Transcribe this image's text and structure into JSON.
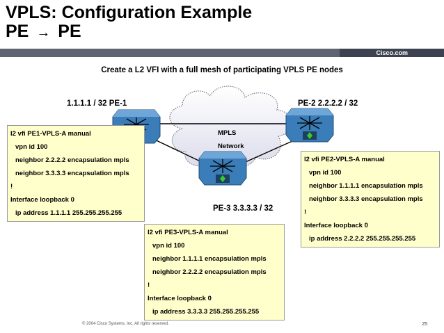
{
  "header": {
    "title_line1": "VPLS: Configuration Example",
    "title_line2_left": "PE",
    "title_arrow": "→",
    "title_line2_right": "PE",
    "brand": "Cisco.com"
  },
  "subtitle": "Create a L2 VFI with a full mesh of participating VPLS PE nodes",
  "cloud": {
    "label_line1": "MPLS",
    "label_line2": "Network"
  },
  "nodes": {
    "pe1": "1.1.1.1 / 32  PE-1",
    "pe2": "PE-2   2.2.2.2 / 32",
    "pe3": "PE-3  3.3.3.3 / 32"
  },
  "configs": {
    "pe1": [
      "l2 vfi PE1-VPLS-A manual",
      "vpn id 100",
      "neighbor 2.2.2.2 encapsulation mpls",
      "neighbor 3.3.3.3 encapsulation mpls",
      "!",
      "Interface loopback 0",
      "ip address 1.1.1.1 255.255.255.255"
    ],
    "pe2": [
      "l2 vfi PE2-VPLS-A manual",
      "vpn id 100",
      "neighbor 1.1.1.1 encapsulation mpls",
      "neighbor 3.3.3.3 encapsulation mpls",
      "!",
      "Interface loopback 0",
      "ip address 2.2.2.2 255.255.255.255"
    ],
    "pe3": [
      "l2 vfi PE3-VPLS-A manual",
      "vpn id 100",
      "neighbor 1.1.1.1 encapsulation mpls",
      "neighbor 2.2.2.2 encapsulation mpls",
      "!",
      "Interface loopback 0",
      "ip address 3.3.3.3 255.255.255.255"
    ]
  },
  "footer": {
    "copyright": "© 2004 Cisco Systems, Inc. All rights reserved.",
    "page_number": "25"
  },
  "colors": {
    "router_body": "#3a7db8",
    "router_top": "#6fa6d8",
    "config_bg": "#ffffcc",
    "header_bar": "#5f6570"
  }
}
